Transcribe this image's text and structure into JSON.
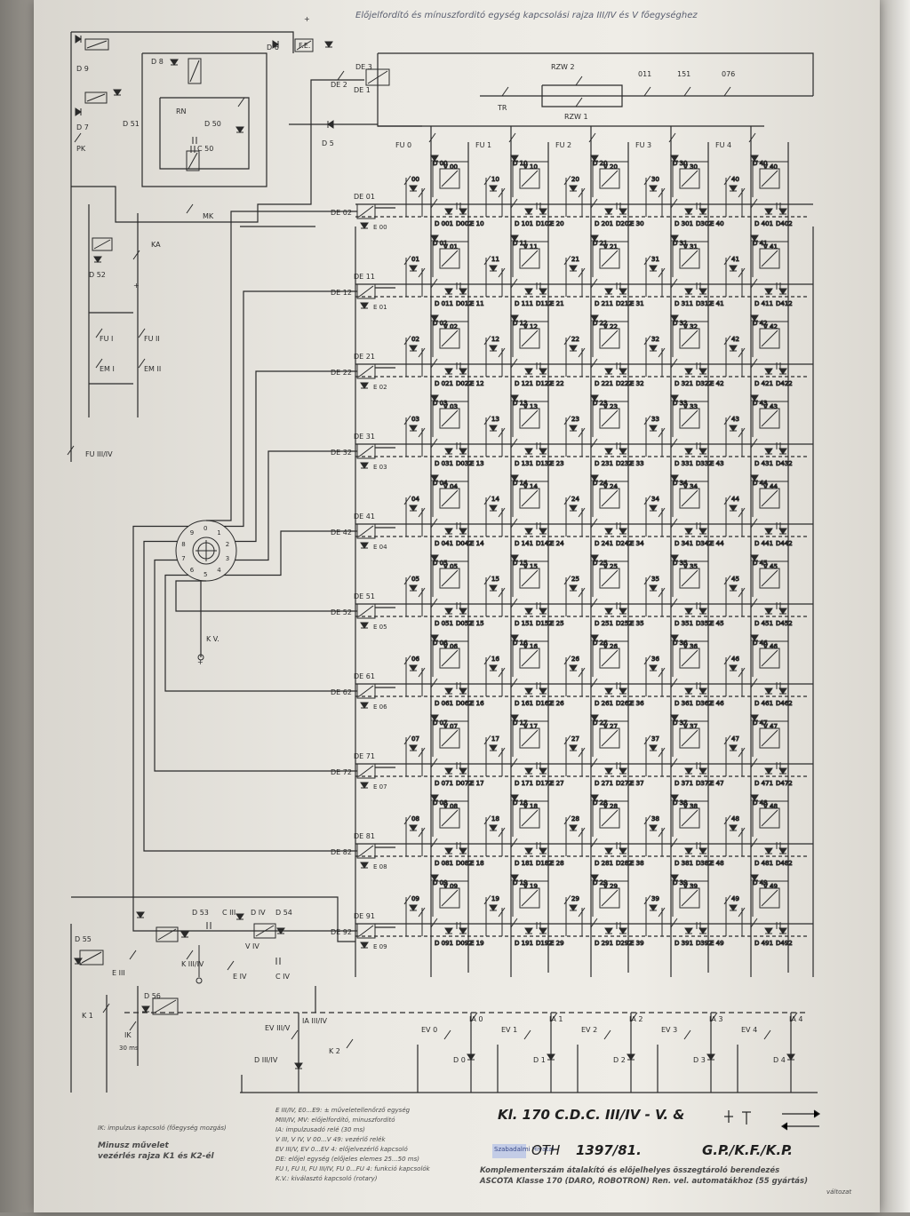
{
  "title": "Előjelfordító és mínuszforditó egység kapcsolási rajza III/IV és V főegységhez",
  "top_labels": {
    "rzw2": "RZW 2",
    "rzw1": "RZW 1",
    "tr": "TR",
    "c011": "011",
    "c151": "151",
    "c076": "076",
    "fu": [
      "FU 0",
      "FU 1",
      "FU 2",
      "FU 3",
      "FU 4"
    ],
    "de3": "DE 3",
    "de2": "DE 2",
    "de1": "DE 1",
    "d5": "D 5",
    "d6": "D 6",
    "fe": "F.E.",
    "d8": "D 8",
    "rn": "RN",
    "d50": "D 50",
    "c50": "C 50",
    "mk": "MK",
    "d9": "D 9",
    "d7": "D 7",
    "d51": "D 51",
    "pk": "PK",
    "plus": "+"
  },
  "left_labels": {
    "ka": "KA",
    "d52": "D 52",
    "fu_i": "FU I",
    "fu_ii": "FU II",
    "em_i": "EM I",
    "em_ii": "EM II",
    "fu_iiiv": "FU III/IV",
    "kv": "K V.",
    "rotary_positions": [
      "0",
      "1",
      "2",
      "3",
      "4",
      "5",
      "6",
      "7",
      "8",
      "9"
    ]
  },
  "rows": [
    {
      "de_a": "DE 01",
      "de_b": "DE 02",
      "e": "E 00"
    },
    {
      "de_a": "DE 11",
      "de_b": "DE 12",
      "e": "E 01"
    },
    {
      "de_a": "DE 21",
      "de_b": "DE 22",
      "e": "E 02"
    },
    {
      "de_a": "DE 31",
      "de_b": "DE 32",
      "e": "E 03"
    },
    {
      "de_a": "DE 41",
      "de_b": "DE 42",
      "e": "E 04"
    },
    {
      "de_a": "DE 51",
      "de_b": "DE 52",
      "e": "E 05"
    },
    {
      "de_a": "DE 61",
      "de_b": "DE 62",
      "e": "E 06"
    },
    {
      "de_a": "DE 71",
      "de_b": "DE 72",
      "e": "E 07"
    },
    {
      "de_a": "DE 81",
      "de_b": "DE 82",
      "e": "E 08"
    },
    {
      "de_a": "DE 91",
      "de_b": "DE 92",
      "e": "E 09"
    }
  ],
  "bottom_labels": {
    "d53": "D 53",
    "c_iii": "C III",
    "d_iv": "D IV",
    "d54": "D 54",
    "d55": "D 55",
    "e_iii": "E III",
    "k_iiiv": "K III/IV",
    "e_iv": "E IV",
    "c_iv": "C IV",
    "v_iv": "V IV",
    "k1": "K 1",
    "k2": "K 2",
    "d56": "D 56",
    "ik": "IK",
    "t30": "30 ms",
    "ev_iiiv": "EV III/V",
    "ia_iiiv": "IA III/IV",
    "d_iiiv": "D III/IV",
    "ev": [
      "EV 0",
      "EV 1",
      "EV 2",
      "EV 3",
      "EV 4"
    ],
    "ia": [
      "IA 0",
      "IA 1",
      "IA 2",
      "IA 3",
      "IA 4"
    ],
    "d": [
      "D 0",
      "D 1",
      "D 2",
      "D 3",
      "D 4"
    ]
  },
  "legend": {
    "left_1": "IK: impulzus kapcsoló (főegység mozgás)",
    "left_2": "Minusz művelet",
    "left_3": "vezérlés rajza  K1 és K2-él",
    "mid": [
      "E III/IV, E0...E9: ± műveletellenőrző egység",
      "MIII/IV, MV: előjelfordító, minuszforditó",
      "IA: impulzusadó relé (30 ms)",
      "V III, V IV, V 00...V 49: vezérlő relék",
      "EV III/V, EV 0...EV 4: előjelvezérlő kapcsoló",
      "DE: előjel egység (előjeles elemes 25...50 ms)",
      "FU I, FU II, FU III/IV, FU 0...FU 4: funkció kapcsolók",
      "K.V.: kiválasztó kapcsoló (rotary)"
    ],
    "doc_code": "Kl. 170  C.D.C. III/IV - V.  &",
    "stamp": "Szabadalmi Hivatal",
    "oth_label": "OTH",
    "oth_number": "1397/81.",
    "authors": "G.P./K.F./K.P.",
    "desc_1": "Komplementerszám átalakító és előjelhelyes összegtároló berendezés",
    "desc_2": "ASCOTA Klasse 170 (DARO, ROBOTRON) Ren. vel. automatákhoz (55 gyártás)",
    "desc_3": "változat"
  }
}
